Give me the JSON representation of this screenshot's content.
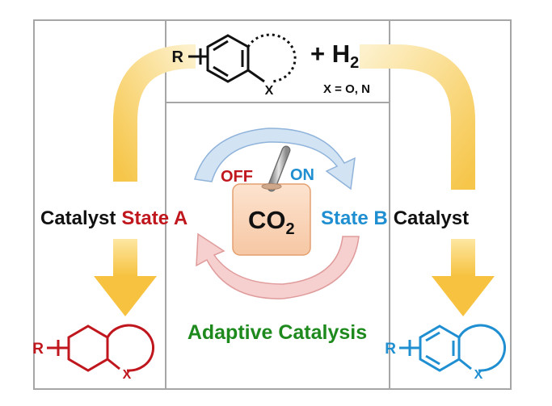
{
  "colors": {
    "frame": "#a6a6a6",
    "state_a": "#c0161d",
    "state_b": "#1f8fd1",
    "green": "#1e8a1e",
    "arrow_gold": "#f6c64a",
    "arrow_gold_light": "#fbe6a6",
    "co2_box": "#f9d3b8",
    "co2_border": "#e4a070",
    "blue_arrow": "#b5cfe9",
    "red_arrow": "#f2b6b6",
    "text": "#111111"
  },
  "reactant": {
    "substituent": "R",
    "hetero": "X",
    "plus_h2": "+ H",
    "h2_sub": "2",
    "x_definition": "X = O, N"
  },
  "left": {
    "catalyst": "Catalyst",
    "state": "State A"
  },
  "right": {
    "state": "State B",
    "catalyst": "Catalyst"
  },
  "switch": {
    "off": "OFF",
    "on": "ON",
    "co2_main": "CO",
    "co2_sub": "2"
  },
  "caption": "Adaptive Catalysis",
  "product_a": {
    "substituent": "R",
    "hetero": "X"
  },
  "product_b": {
    "substituent": "R",
    "hetero": "X"
  }
}
